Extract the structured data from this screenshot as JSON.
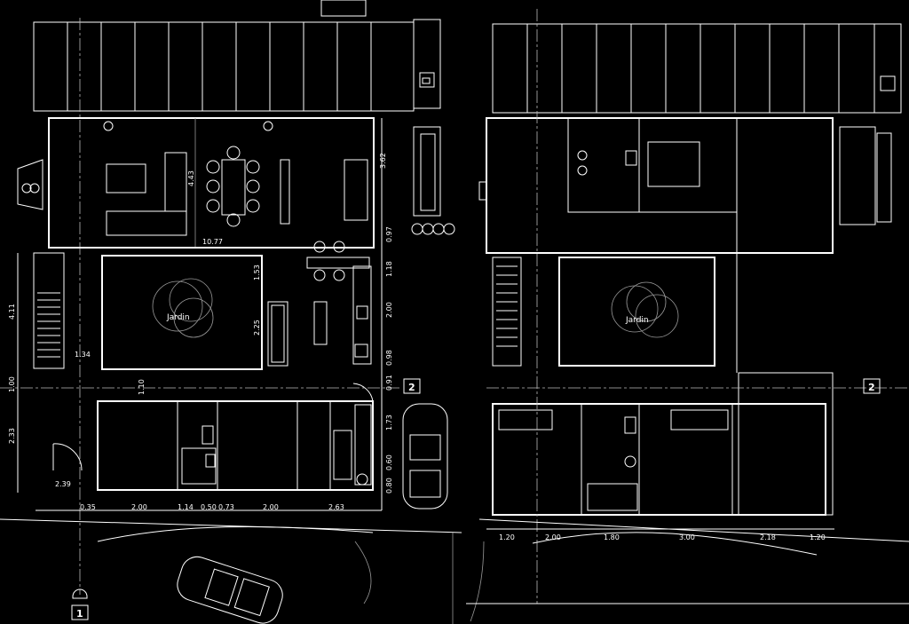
{
  "colors": {
    "background": "#000000",
    "lines": "#ffffff",
    "grid": "#bbbbbb"
  },
  "garden_label": "Jardin",
  "axis_tags": {
    "left_bottom": "1",
    "left_right": "2",
    "right_right": "2"
  },
  "dims_left_plan": {
    "top_height": "3.62",
    "top_inner": "4.43",
    "width_total": "10.77",
    "r1": "0.97",
    "r2": "1.18",
    "r3": "2.00",
    "r4": "0.98",
    "r5": "0.91",
    "r6": "1.73",
    "r7": "0.60",
    "r8": "0.80",
    "inner_153": "1.53",
    "inner_225": "2.25",
    "left_411": "4.11",
    "left_100": "1.00",
    "left_233": "2.33",
    "left_134": "1.34",
    "left_239": "2.39",
    "mid_110": "1.10",
    "b1": "0.35",
    "b2": "2.00",
    "b3": "1.14",
    "b4": "0.50",
    "b5": "0.73",
    "b6": "2.00",
    "b7": "2.63"
  },
  "dims_right_plan": {
    "b1": "1.20",
    "b2": "2.00",
    "b3": "1.80",
    "b4": "3.00",
    "b5": "2.18",
    "b6": "1.20"
  }
}
